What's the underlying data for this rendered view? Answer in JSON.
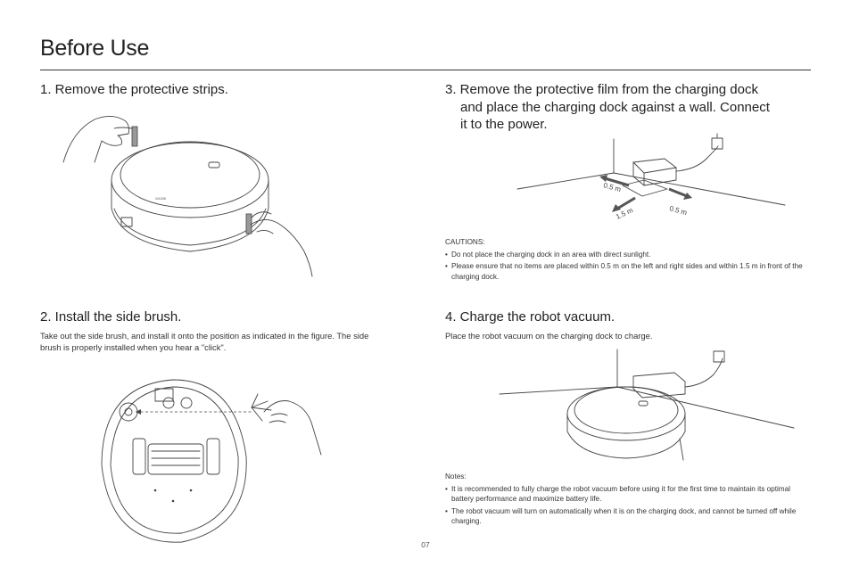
{
  "page": {
    "title": "Before Use",
    "page_number": "07"
  },
  "step1": {
    "heading": "1. Remove the protective strips.",
    "brand_mark": "XIAOMI"
  },
  "step2": {
    "heading": "2. Install the side brush.",
    "body": "Take out the side brush, and install it onto the position as indicated in the figure. The side brush is properly installed when you hear a \"click\"."
  },
  "step3": {
    "heading_lines": [
      "3. Remove the protective film from the charging dock",
      "and place the charging dock against a wall. Connect",
      "it to the power."
    ],
    "dims": {
      "left": "0.5 m",
      "right": "0.5 m",
      "front": "1.5 m"
    },
    "cautions": {
      "label": "CAUTIONS:",
      "items": [
        "Do not place the charging dock in an area with direct sunlight.",
        "Please ensure that no items are placed within 0.5 m on the left and right sides and within 1.5 m in front of the charging dock."
      ]
    }
  },
  "step4": {
    "heading": "4. Charge the robot vacuum.",
    "body": "Place the robot vacuum on the charging dock to charge.",
    "notes": {
      "label": "Notes:",
      "items": [
        "It is recommended to fully charge the robot vacuum before using it for the first time to maintain its optimal battery performance and maximize battery life.",
        "The robot vacuum will turn on automatically when it is on the charging dock, and cannot be turned off while charging."
      ]
    }
  },
  "colors": {
    "arrow": "#555555",
    "rule": "#333333"
  }
}
